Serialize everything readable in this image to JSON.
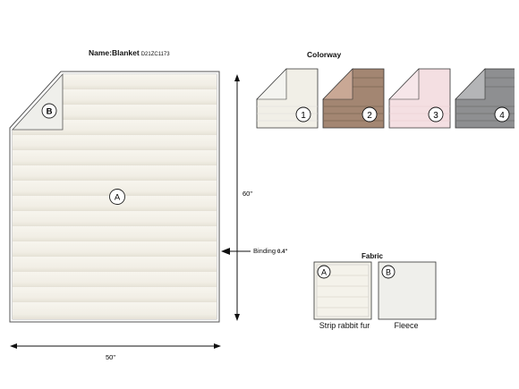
{
  "header": {
    "name_label": "Name:Blanket",
    "code": "D21ZC1173"
  },
  "blanket": {
    "label_a": "A",
    "label_b": "B",
    "height_label": "60\"",
    "width_label": "50\"",
    "binding_label": "Binding",
    "binding_value": "0.4\""
  },
  "colorway": {
    "title": "Colorway",
    "items": [
      {
        "number": "1",
        "color": "#f1efe7"
      },
      {
        "number": "2",
        "color": "#a38672"
      },
      {
        "number": "3",
        "color": "#f4dfe2"
      },
      {
        "number": "4",
        "color": "#8e8f91"
      }
    ]
  },
  "fabric": {
    "title": "Fabric",
    "items": [
      {
        "label": "A",
        "name": "Strip rabbit fur"
      },
      {
        "label": "B",
        "name": "Fleece"
      }
    ]
  },
  "colors": {
    "fur": "#f4f2ea",
    "stripe": "#e6e3d8",
    "fleece": "#efefeb",
    "border": "#555555"
  }
}
